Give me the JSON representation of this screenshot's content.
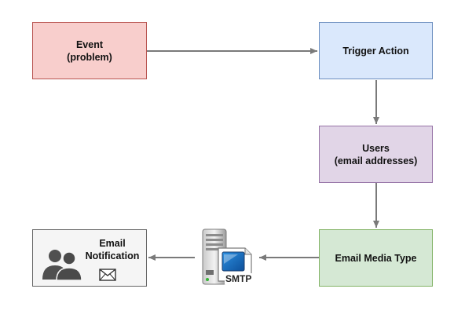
{
  "nodes": {
    "event": {
      "label": "Event\n(problem)",
      "fill": "#f8cecc",
      "stroke": "#b85450"
    },
    "trigger": {
      "label": "Trigger Action",
      "fill": "#dae8fc",
      "stroke": "#6c8ebf"
    },
    "users": {
      "label": "Users\n(email addresses)",
      "fill": "#e1d5e7",
      "stroke": "#9673a6"
    },
    "media": {
      "label": "Email Media Type",
      "fill": "#d5e8d4",
      "stroke": "#82b366"
    },
    "notification": {
      "label": "Email\nNotification",
      "fill": "#f5f5f5",
      "stroke": "#666666"
    },
    "smtp": {
      "label": "SMTP"
    }
  },
  "icons": {
    "users": "users-icon",
    "envelope": "envelope-icon",
    "server": "smtp-server-icon"
  },
  "colors": {
    "arrow": "#7a7a7a"
  }
}
